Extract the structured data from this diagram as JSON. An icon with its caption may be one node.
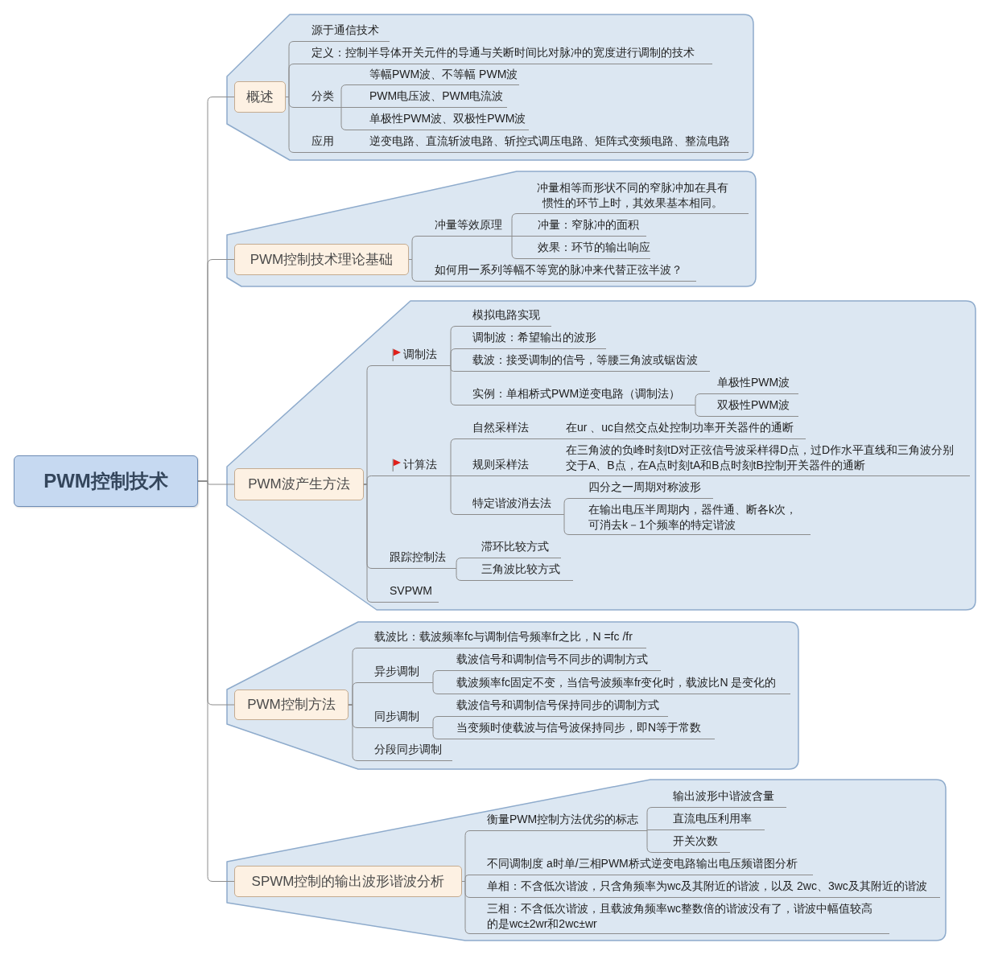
{
  "diagram": {
    "nodes": [
      {
        "text": [
          "PWM控制技术"
        ]
      },
      {
        "text": [],
        "shape": "callout"
      },
      {
        "text": [
          "概述"
        ],
        "in": 1
      },
      {
        "text": [
          "源于通信技术"
        ],
        "in": 1
      },
      {
        "text": [
          "定义：控制半导体开关元件的导通与关断时间比对脉冲的宽度进行调制的技术"
        ],
        "in": 1
      },
      {
        "text": [
          "分类"
        ],
        "in": 1
      },
      {
        "text": [
          "等幅PWM波、不等幅 PWM波"
        ],
        "in": 1
      },
      {
        "text": [
          "PWM电压波、PWM电流波"
        ],
        "in": 1
      },
      {
        "text": [
          "单极性PWM波、双极性PWM波"
        ],
        "in": 1
      },
      {
        "text": [
          "应用"
        ],
        "in": 1
      },
      {
        "text": [
          "逆变电路、直流斩波电路、斩控式调压电路、矩阵式变频电路、整流电路"
        ],
        "in": 1
      },
      {
        "text": [],
        "shape": "callout"
      },
      {
        "text": [
          "PWM控制技术理论基础"
        ],
        "in": 11
      },
      {
        "text": [
          "冲量等效原理"
        ],
        "in": 11
      },
      {
        "text": [
          "冲量相等而形状不同的窄脉冲加在具有惯性的环节上时，其效果基本相同。"
        ],
        "in": 11
      },
      {
        "text": [
          "冲量：窄脉冲的面积"
        ],
        "in": 11
      },
      {
        "text": [
          "效果：环节的输出响应"
        ],
        "in": 11
      },
      {
        "text": [
          "如何用一系列等幅不等宽的脉冲来代替正弦半波？"
        ],
        "in": 11
      },
      {
        "text": [],
        "shape": "callout"
      },
      {
        "text": [
          "PWM波产生方法"
        ],
        "in": 18
      },
      {
        "text": [
          "调制法"
        ],
        "in": 18
      },
      {
        "text": [
          "模拟电路实现"
        ],
        "in": 18
      },
      {
        "text": [
          "调制波：希望输出的波形"
        ],
        "in": 18
      },
      {
        "text": [
          "载波：接受调制的信号，等腰三角波或锯齿波"
        ],
        "in": 18
      },
      {
        "text": [
          "实例：单相桥式PWM逆变电路（调制法）"
        ],
        "in": 18
      },
      {
        "text": [
          "单极性PWM波"
        ],
        "in": 18
      },
      {
        "text": [
          "双极性PWM波"
        ],
        "in": 18
      },
      {
        "text": [
          "计算法"
        ],
        "in": 18
      },
      {
        "text": [
          "自然采样法"
        ],
        "in": 18
      },
      {
        "text": [
          "在ur 、uc自然交点处控制功率开关器件的通断"
        ],
        "in": 18
      },
      {
        "text": [
          "规则采样法"
        ],
        "in": 18
      },
      {
        "text": [
          "在三角波的负峰时刻tD对正弦信号波采样得D点，过D作水平直线和三角波分别交于A、B点，在A点时刻tA和B点时刻tB控制开关器件的通断"
        ],
        "in": 18
      },
      {
        "text": [
          "特定谐波消去法"
        ],
        "in": 18
      },
      {
        "text": [
          "四分之一周期对称波形"
        ],
        "in": 18
      },
      {
        "text": [
          "在输出电压半周期内，器件通、断各k次，可消去k－1个频率的特定谐波"
        ],
        "in": 18
      },
      {
        "text": [
          "跟踪控制法"
        ],
        "in": 18
      },
      {
        "text": [
          "滞环比较方式"
        ],
        "in": 18
      },
      {
        "text": [
          "三角波比较方式"
        ],
        "in": 18
      },
      {
        "text": [
          "SVPWM"
        ],
        "in": 18
      },
      {
        "text": [],
        "shape": "callout"
      },
      {
        "text": [
          "PWM控制方法"
        ],
        "in": 39
      },
      {
        "text": [
          "载波比：载波频率fc与调制信号频率fr之比，N =fc /fr"
        ],
        "in": 39
      },
      {
        "text": [
          "异步调制"
        ],
        "in": 39
      },
      {
        "text": [
          "载波信号和调制信号不同步的调制方式"
        ],
        "in": 39
      },
      {
        "text": [
          "载波频率fc固定不变，当信号波频率fr变化时，载波比N 是变化的"
        ],
        "in": 39
      },
      {
        "text": [
          "同步调制"
        ],
        "in": 39
      },
      {
        "text": [
          "载波信号和调制信号保持同步的调制方式"
        ],
        "in": 39
      },
      {
        "text": [
          "当变频时使载波与信号波保持同步，即N等于常数"
        ],
        "in": 39
      },
      {
        "text": [
          "分段同步调制"
        ],
        "in": 39
      },
      {
        "text": [],
        "shape": "callout"
      },
      {
        "text": [
          "SPWM控制的输出波形谐波分析"
        ],
        "in": 49
      },
      {
        "text": [
          "衡量PWM控制方法优劣的标志"
        ],
        "in": 49
      },
      {
        "text": [
          "输出波形中谐波含量"
        ],
        "in": 49
      },
      {
        "text": [
          "直流电压利用率"
        ],
        "in": 49
      },
      {
        "text": [
          "开关次数"
        ],
        "in": 49
      },
      {
        "text": [
          "不同调制度 a时单/三相PWM桥式逆变电路输出电压频谱图分析"
        ],
        "in": 49
      },
      {
        "text": [
          "单相：不含低次谐波，只含角频率为wc及其附近的谐波，以及 2wc、3wc及其附近的谐波"
        ],
        "in": 49
      },
      {
        "text": [
          "三相：不含低次谐波，且载波角频率wc整数倍的谐波没有了，谐波中幅值较高的是wc±2wr和2wc±wr"
        ],
        "in": 49
      }
    ],
    "edges": [
      {
        "from": 0,
        "to": 2,
        "arrow": "none"
      },
      {
        "from": 0,
        "to": 12,
        "arrow": "none"
      },
      {
        "from": 0,
        "to": 19,
        "arrow": "none"
      },
      {
        "from": 0,
        "to": 40,
        "arrow": "none"
      },
      {
        "from": 0,
        "to": 50,
        "arrow": "none"
      },
      {
        "from": 2,
        "to": 3,
        "arrow": "none"
      },
      {
        "from": 2,
        "to": 4,
        "arrow": "none"
      },
      {
        "from": 2,
        "to": 5,
        "arrow": "none"
      },
      {
        "from": 2,
        "to": 9,
        "arrow": "none"
      },
      {
        "from": 5,
        "to": 6,
        "arrow": "none"
      },
      {
        "from": 5,
        "to": 7,
        "arrow": "none"
      },
      {
        "from": 5,
        "to": 8,
        "arrow": "none"
      },
      {
        "from": 9,
        "to": 10,
        "arrow": "none"
      },
      {
        "from": 12,
        "to": 13,
        "arrow": "none"
      },
      {
        "from": 12,
        "to": 17,
        "arrow": "none"
      },
      {
        "from": 13,
        "to": 14,
        "arrow": "none"
      },
      {
        "from": 13,
        "to": 15,
        "arrow": "none"
      },
      {
        "from": 13,
        "to": 16,
        "arrow": "none"
      },
      {
        "from": 19,
        "to": 20,
        "arrow": "none"
      },
      {
        "from": 19,
        "to": 27,
        "arrow": "none"
      },
      {
        "from": 19,
        "to": 35,
        "arrow": "none"
      },
      {
        "from": 19,
        "to": 38,
        "arrow": "none"
      },
      {
        "from": 20,
        "to": 21,
        "arrow": "none"
      },
      {
        "from": 20,
        "to": 22,
        "arrow": "none"
      },
      {
        "from": 20,
        "to": 23,
        "arrow": "none"
      },
      {
        "from": 20,
        "to": 24,
        "arrow": "none"
      },
      {
        "from": 24,
        "to": 25,
        "arrow": "none"
      },
      {
        "from": 24,
        "to": 26,
        "arrow": "none"
      },
      {
        "from": 27,
        "to": 28,
        "arrow": "none"
      },
      {
        "from": 27,
        "to": 30,
        "arrow": "none"
      },
      {
        "from": 27,
        "to": 32,
        "arrow": "none"
      },
      {
        "from": 28,
        "to": 29,
        "arrow": "none"
      },
      {
        "from": 30,
        "to": 31,
        "arrow": "none"
      },
      {
        "from": 32,
        "to": 33,
        "arrow": "none"
      },
      {
        "from": 32,
        "to": 34,
        "arrow": "none"
      },
      {
        "from": 35,
        "to": 36,
        "arrow": "none"
      },
      {
        "from": 35,
        "to": 37,
        "arrow": "none"
      },
      {
        "from": 40,
        "to": 41,
        "arrow": "none"
      },
      {
        "from": 40,
        "to": 42,
        "arrow": "none"
      },
      {
        "from": 40,
        "to": 45,
        "arrow": "none"
      },
      {
        "from": 40,
        "to": 48,
        "arrow": "none"
      },
      {
        "from": 42,
        "to": 43,
        "arrow": "none"
      },
      {
        "from": 42,
        "to": 44,
        "arrow": "none"
      },
      {
        "from": 45,
        "to": 46,
        "arrow": "none"
      },
      {
        "from": 45,
        "to": 47,
        "arrow": "none"
      },
      {
        "from": 50,
        "to": 51,
        "arrow": "none"
      },
      {
        "from": 50,
        "to": 55,
        "arrow": "none"
      },
      {
        "from": 50,
        "to": 56,
        "arrow": "none"
      },
      {
        "from": 50,
        "to": 57,
        "arrow": "none"
      },
      {
        "from": 51,
        "to": 52,
        "arrow": "none"
      },
      {
        "from": 51,
        "to": 53,
        "arrow": "none"
      },
      {
        "from": 51,
        "to": 54,
        "arrow": "none"
      }
    ]
  }
}
